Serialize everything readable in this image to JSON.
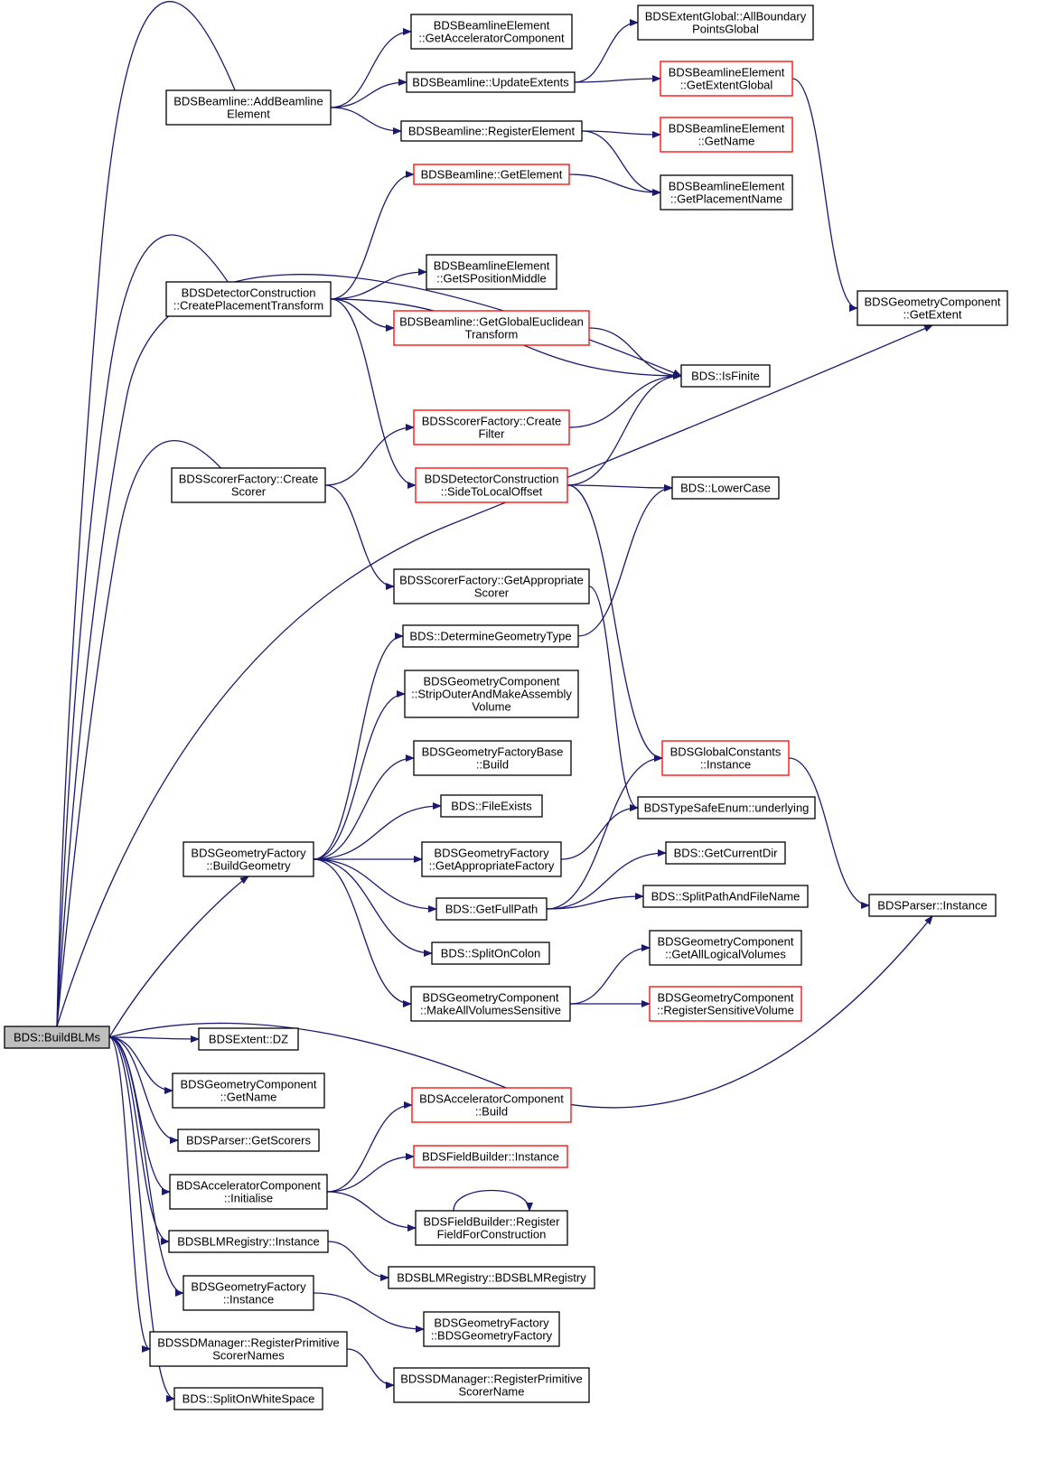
{
  "colors": {
    "edge": "#191970",
    "node_border": "#000000",
    "node_border_partial": "#ff0000",
    "root_fill": "#bfbfbf",
    "node_fill": "#ffffff"
  },
  "nodes": [
    {
      "id": "build_blms",
      "lines": [
        "BDS::BuildBLMs"
      ],
      "style": "root"
    },
    {
      "id": "add_beamline_element",
      "lines": [
        "BDSBeamline::AddBeamline",
        "Element"
      ],
      "style": "normal"
    },
    {
      "id": "get_accelerator_component",
      "lines": [
        "BDSBeamlineElement",
        "::GetAcceleratorComponent"
      ],
      "style": "normal"
    },
    {
      "id": "update_extents",
      "lines": [
        "BDSBeamline::UpdateExtents"
      ],
      "style": "normal"
    },
    {
      "id": "all_boundary_points_global",
      "lines": [
        "BDSExtentGlobal::AllBoundary",
        "PointsGlobal"
      ],
      "style": "normal"
    },
    {
      "id": "get_extent_global",
      "lines": [
        "BDSBeamlineElement",
        "::GetExtentGlobal"
      ],
      "style": "red"
    },
    {
      "id": "register_element",
      "lines": [
        "BDSBeamline::RegisterElement"
      ],
      "style": "normal"
    },
    {
      "id": "get_name_ble",
      "lines": [
        "BDSBeamlineElement",
        "::GetName"
      ],
      "style": "red"
    },
    {
      "id": "get_element",
      "lines": [
        "BDSBeamline::GetElement"
      ],
      "style": "red"
    },
    {
      "id": "get_placement_name",
      "lines": [
        "BDSBeamlineElement",
        "::GetPlacementName"
      ],
      "style": "normal"
    },
    {
      "id": "create_placement_transform",
      "lines": [
        "BDSDetectorConstruction",
        "::CreatePlacementTransform"
      ],
      "style": "normal"
    },
    {
      "id": "get_s_position_middle",
      "lines": [
        "BDSBeamlineElement",
        "::GetSPositionMiddle"
      ],
      "style": "normal"
    },
    {
      "id": "geometry_component_get_extent",
      "lines": [
        "BDSGeometryComponent",
        "::GetExtent"
      ],
      "style": "normal"
    },
    {
      "id": "get_global_euclidean_transform",
      "lines": [
        "BDSBeamline::GetGlobalEuclidean",
        "Transform"
      ],
      "style": "red"
    },
    {
      "id": "is_finite",
      "lines": [
        "BDS::IsFinite"
      ],
      "style": "normal"
    },
    {
      "id": "create_filter",
      "lines": [
        "BDSScorerFactory::Create",
        "Filter"
      ],
      "style": "red"
    },
    {
      "id": "create_scorer",
      "lines": [
        "BDSScorerFactory::Create",
        "Scorer"
      ],
      "style": "normal"
    },
    {
      "id": "side_to_local_offset",
      "lines": [
        "BDSDetectorConstruction",
        "::SideToLocalOffset"
      ],
      "style": "red"
    },
    {
      "id": "lower_case",
      "lines": [
        "BDS::LowerCase"
      ],
      "style": "normal"
    },
    {
      "id": "get_appropriate_scorer",
      "lines": [
        "BDSScorerFactory::GetAppropriate",
        "Scorer"
      ],
      "style": "normal"
    },
    {
      "id": "determine_geometry_type",
      "lines": [
        "BDS::DetermineGeometryType"
      ],
      "style": "normal"
    },
    {
      "id": "strip_outer",
      "lines": [
        "BDSGeometryComponent",
        "::StripOuterAndMakeAssembly",
        "Volume"
      ],
      "style": "normal"
    },
    {
      "id": "geometry_factory_base_build",
      "lines": [
        "BDSGeometryFactoryBase",
        "::Build"
      ],
      "style": "normal"
    },
    {
      "id": "global_constants_instance",
      "lines": [
        "BDSGlobalConstants",
        "::Instance"
      ],
      "style": "red"
    },
    {
      "id": "file_exists",
      "lines": [
        "BDS::FileExists"
      ],
      "style": "normal"
    },
    {
      "id": "type_safe_enum_underlying",
      "lines": [
        "BDSTypeSafeEnum::underlying"
      ],
      "style": "normal"
    },
    {
      "id": "build_geometry",
      "lines": [
        "BDSGeometryFactory",
        "::BuildGeometry"
      ],
      "style": "normal"
    },
    {
      "id": "get_appropriate_factory",
      "lines": [
        "BDSGeometryFactory",
        "::GetAppropriateFactory"
      ],
      "style": "normal"
    },
    {
      "id": "get_current_dir",
      "lines": [
        "BDS::GetCurrentDir"
      ],
      "style": "normal"
    },
    {
      "id": "get_full_path",
      "lines": [
        "BDS::GetFullPath"
      ],
      "style": "normal"
    },
    {
      "id": "split_path_and_file_name",
      "lines": [
        "BDS::SplitPathAndFileName"
      ],
      "style": "normal"
    },
    {
      "id": "parser_instance",
      "lines": [
        "BDSParser::Instance"
      ],
      "style": "normal"
    },
    {
      "id": "split_on_colon",
      "lines": [
        "BDS::SplitOnColon"
      ],
      "style": "normal"
    },
    {
      "id": "get_all_logical_volumes",
      "lines": [
        "BDSGeometryComponent",
        "::GetAllLogicalVolumes"
      ],
      "style": "normal"
    },
    {
      "id": "make_all_volumes_sensitive",
      "lines": [
        "BDSGeometryComponent",
        "::MakeAllVolumesSensitive"
      ],
      "style": "normal"
    },
    {
      "id": "register_sensitive_volume",
      "lines": [
        "BDSGeometryComponent",
        "::RegisterSensitiveVolume"
      ],
      "style": "red"
    },
    {
      "id": "extent_dz",
      "lines": [
        "BDSExtent::DZ"
      ],
      "style": "normal"
    },
    {
      "id": "geometry_component_get_name",
      "lines": [
        "BDSGeometryComponent",
        "::GetName"
      ],
      "style": "normal"
    },
    {
      "id": "accelerator_component_build",
      "lines": [
        "BDSAcceleratorComponent",
        "::Build"
      ],
      "style": "red"
    },
    {
      "id": "get_scorers",
      "lines": [
        "BDSParser::GetScorers"
      ],
      "style": "normal"
    },
    {
      "id": "field_builder_instance",
      "lines": [
        "BDSFieldBuilder::Instance"
      ],
      "style": "red"
    },
    {
      "id": "accelerator_component_initialise",
      "lines": [
        "BDSAcceleratorComponent",
        "::Initialise"
      ],
      "style": "normal"
    },
    {
      "id": "register_field_for_construction",
      "lines": [
        "BDSFieldBuilder::Register",
        "FieldForConstruction"
      ],
      "style": "normal"
    },
    {
      "id": "blm_registry_instance",
      "lines": [
        "BDSBLMRegistry::Instance"
      ],
      "style": "normal"
    },
    {
      "id": "blm_registry_ctor",
      "lines": [
        "BDSBLMRegistry::BDSBLMRegistry"
      ],
      "style": "normal"
    },
    {
      "id": "geometry_factory_instance",
      "lines": [
        "BDSGeometryFactory",
        "::Instance"
      ],
      "style": "normal"
    },
    {
      "id": "geometry_factory_ctor",
      "lines": [
        "BDSGeometryFactory",
        "::BDSGeometryFactory"
      ],
      "style": "normal"
    },
    {
      "id": "register_primitive_scorer_names",
      "lines": [
        "BDSSDManager::RegisterPrimitive",
        "ScorerNames"
      ],
      "style": "normal"
    },
    {
      "id": "register_primitive_scorer_name",
      "lines": [
        "BDSSDManager::RegisterPrimitive",
        "ScorerName"
      ],
      "style": "normal"
    },
    {
      "id": "split_on_white_space",
      "lines": [
        "BDS::SplitOnWhiteSpace"
      ],
      "style": "normal"
    }
  ],
  "edges": [
    [
      "build_blms",
      "add_beamline_element"
    ],
    [
      "build_blms",
      "create_placement_transform"
    ],
    [
      "build_blms",
      "is_finite"
    ],
    [
      "build_blms",
      "create_scorer"
    ],
    [
      "build_blms",
      "geometry_component_get_extent"
    ],
    [
      "build_blms",
      "build_geometry"
    ],
    [
      "build_blms",
      "parser_instance"
    ],
    [
      "build_blms",
      "extent_dz"
    ],
    [
      "build_blms",
      "geometry_component_get_name"
    ],
    [
      "build_blms",
      "get_scorers"
    ],
    [
      "build_blms",
      "accelerator_component_initialise"
    ],
    [
      "build_blms",
      "blm_registry_instance"
    ],
    [
      "build_blms",
      "geometry_factory_instance"
    ],
    [
      "build_blms",
      "register_primitive_scorer_names"
    ],
    [
      "build_blms",
      "split_on_white_space"
    ],
    [
      "add_beamline_element",
      "get_accelerator_component"
    ],
    [
      "add_beamline_element",
      "update_extents"
    ],
    [
      "add_beamline_element",
      "register_element"
    ],
    [
      "update_extents",
      "all_boundary_points_global"
    ],
    [
      "update_extents",
      "get_extent_global"
    ],
    [
      "get_extent_global",
      "geometry_component_get_extent"
    ],
    [
      "register_element",
      "get_name_ble"
    ],
    [
      "register_element",
      "get_placement_name"
    ],
    [
      "get_element",
      "get_placement_name"
    ],
    [
      "create_placement_transform",
      "get_element"
    ],
    [
      "create_placement_transform",
      "is_finite"
    ],
    [
      "create_placement_transform",
      "get_s_position_middle"
    ],
    [
      "create_placement_transform",
      "get_global_euclidean_transform"
    ],
    [
      "create_placement_transform",
      "side_to_local_offset"
    ],
    [
      "get_global_euclidean_transform",
      "is_finite"
    ],
    [
      "create_filter",
      "is_finite"
    ],
    [
      "side_to_local_offset",
      "is_finite"
    ],
    [
      "side_to_local_offset",
      "lower_case"
    ],
    [
      "side_to_local_offset",
      "global_constants_instance"
    ],
    [
      "create_scorer",
      "create_filter"
    ],
    [
      "create_scorer",
      "get_appropriate_scorer"
    ],
    [
      "get_appropriate_scorer",
      "type_safe_enum_underlying"
    ],
    [
      "determine_geometry_type",
      "lower_case"
    ],
    [
      "build_geometry",
      "determine_geometry_type"
    ],
    [
      "build_geometry",
      "strip_outer"
    ],
    [
      "build_geometry",
      "geometry_factory_base_build"
    ],
    [
      "build_geometry",
      "file_exists"
    ],
    [
      "build_geometry",
      "get_appropriate_factory"
    ],
    [
      "build_geometry",
      "get_full_path"
    ],
    [
      "build_geometry",
      "split_on_colon"
    ],
    [
      "build_geometry",
      "make_all_volumes_sensitive"
    ],
    [
      "get_appropriate_factory",
      "type_safe_enum_underlying"
    ],
    [
      "get_full_path",
      "global_constants_instance"
    ],
    [
      "get_full_path",
      "get_current_dir"
    ],
    [
      "get_full_path",
      "split_path_and_file_name"
    ],
    [
      "global_constants_instance",
      "parser_instance"
    ],
    [
      "make_all_volumes_sensitive",
      "get_all_logical_volumes"
    ],
    [
      "make_all_volumes_sensitive",
      "register_sensitive_volume"
    ],
    [
      "accelerator_component_initialise",
      "accelerator_component_build"
    ],
    [
      "accelerator_component_initialise",
      "field_builder_instance"
    ],
    [
      "accelerator_component_initialise",
      "register_field_for_construction"
    ],
    [
      "register_field_for_construction",
      "register_field_for_construction"
    ],
    [
      "blm_registry_instance",
      "blm_registry_ctor"
    ],
    [
      "geometry_factory_instance",
      "geometry_factory_ctor"
    ],
    [
      "register_primitive_scorer_names",
      "register_primitive_scorer_name"
    ]
  ]
}
